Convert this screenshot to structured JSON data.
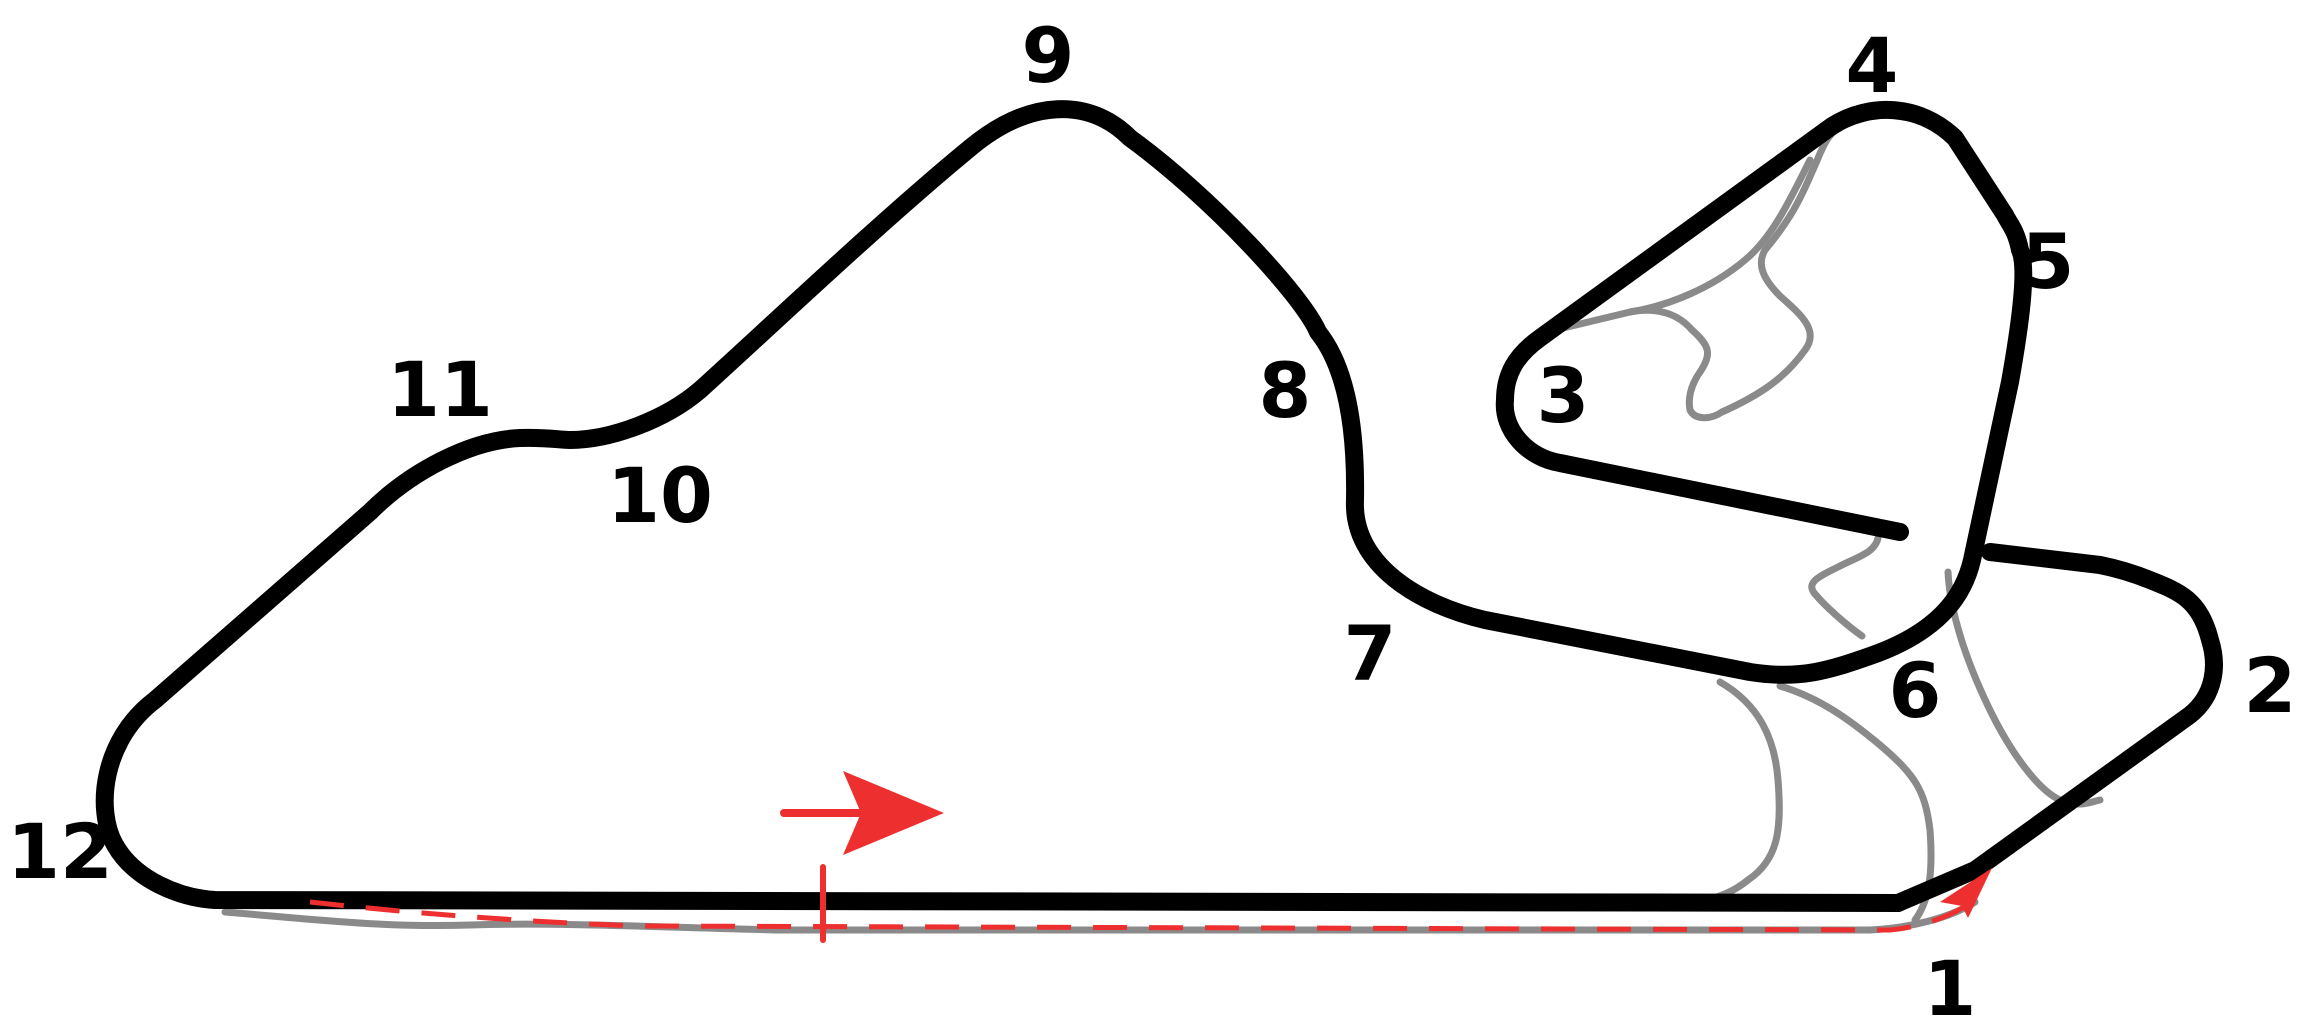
{
  "colors": {
    "track": "#000000",
    "alternate": "#8a8a8a",
    "finish": "#ee2f2f",
    "background": "#ffffff"
  },
  "turns": {
    "t1": "1",
    "t2": "2",
    "t3": "3",
    "t4": "4",
    "t5": "5",
    "t6": "6",
    "t7": "7",
    "t8": "8",
    "t9": "9",
    "t10": "10",
    "t11": "11",
    "t12": "12"
  },
  "icons": {
    "direction": "direction-arrow-icon",
    "finish": "finish-line-marker"
  }
}
